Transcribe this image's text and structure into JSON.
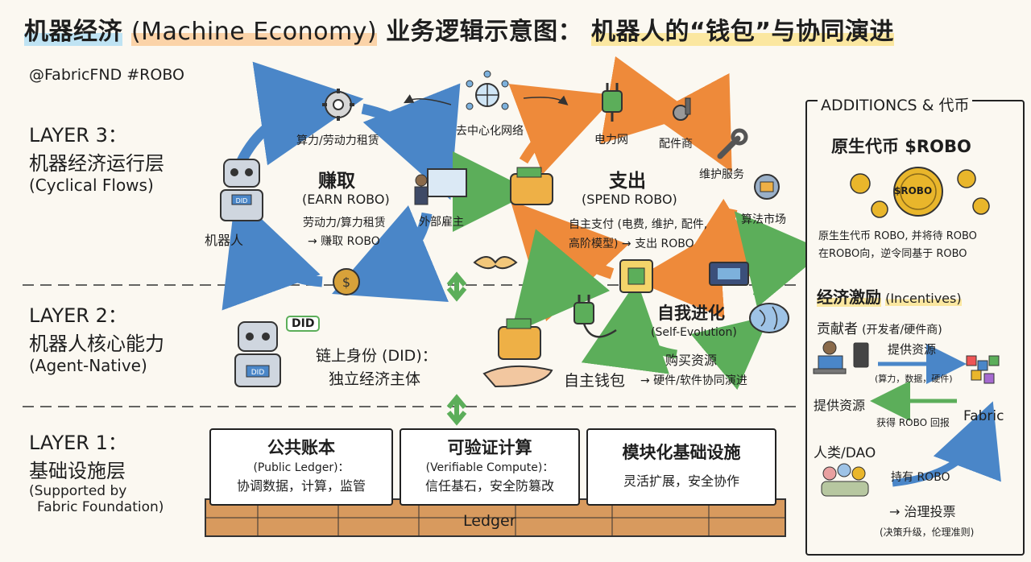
{
  "header": {
    "title_cn": "机器经济",
    "title_en": "(Machine Economy)",
    "title_rest": "业务逻辑示意图：",
    "title_tail": "机器人的“钱包”与协同演进",
    "handle": "@FabricFND  #ROBO"
  },
  "layers": {
    "l3": {
      "title": "LAYER 3：",
      "sub": "机器经济运行层",
      "en": "(Cyclical Flows)"
    },
    "l2": {
      "title": "LAYER 2：",
      "sub": "机器人核心能力",
      "en": "(Agent-Native)"
    },
    "l1": {
      "title": "LAYER 1：",
      "sub": "基础设施层",
      "en1": "(Supported by",
      "en2": "Fabric Foundation)"
    }
  },
  "earn": {
    "title": "赚取",
    "en": "(EARN ROBO)",
    "d1": "劳动力/算力租赁",
    "d2": "→ 赚取 ROBO",
    "rent": "算力/劳动力租赁",
    "robot": "机器人",
    "employer": "外部雇主",
    "network": "去中心化网络"
  },
  "spend": {
    "title": "支出",
    "en": "(SPEND ROBO)",
    "d1": "自主支付 (电费, 维护, 配件,",
    "d2": "高阶模型) → 支出 ROBO",
    "grid": "电力网",
    "supplier": "配件商",
    "maint": "维护服务",
    "algo": "算法市场"
  },
  "layer2": {
    "did_title": "链上身份 (DID)：",
    "did_sub": "独立经济主体",
    "did_badge": "DID",
    "wallet": "自主钱包",
    "evo_title": "自我进化",
    "evo_en": "(Self-Evolution)",
    "buy": "购买资源",
    "buy2": "→ 硬件/软件协同演进"
  },
  "layer1": {
    "boxes": [
      {
        "title": "公共账本",
        "en": "(Public Ledger)：",
        "desc": "协调数据，计算，监管"
      },
      {
        "title": "可验证计算",
        "en": "(Verifiable Compute)：",
        "desc": "信任基石，安全防篡改"
      },
      {
        "title": "模块化基础设施",
        "en": "",
        "desc": "灵活扩展，安全协作"
      }
    ],
    "ledger": "Ledger"
  },
  "panel": {
    "header": "ADDITIONCS & 代币",
    "token_title": "原生代币 $ROBO",
    "coin": "$ROBO",
    "token_d1": "原生生代币 ROBO, 并将待 ROBO",
    "token_d2": "在ROBO向，逆令同基于 ROBO",
    "inc_title": "经济激励",
    "inc_en": "(Incentives)",
    "contrib": "贡献者",
    "contrib_en": "(开发者/硬件商)",
    "provide": "提供资源",
    "provide_sub": "(算力，数据，硬件)",
    "provide2": "提供资源",
    "reward": "获得 ROBO 回报",
    "fabric": "Fabric",
    "dao": "人类/DAO",
    "hold": "持有 ROBO",
    "gov": "→ 治理投票",
    "gov_sub": "(决策升级，伦理准则)"
  },
  "colors": {
    "blue": "#4a86c8",
    "orange": "#ee8a3a",
    "green": "#5cae5a",
    "gold": "#e9b62b"
  }
}
